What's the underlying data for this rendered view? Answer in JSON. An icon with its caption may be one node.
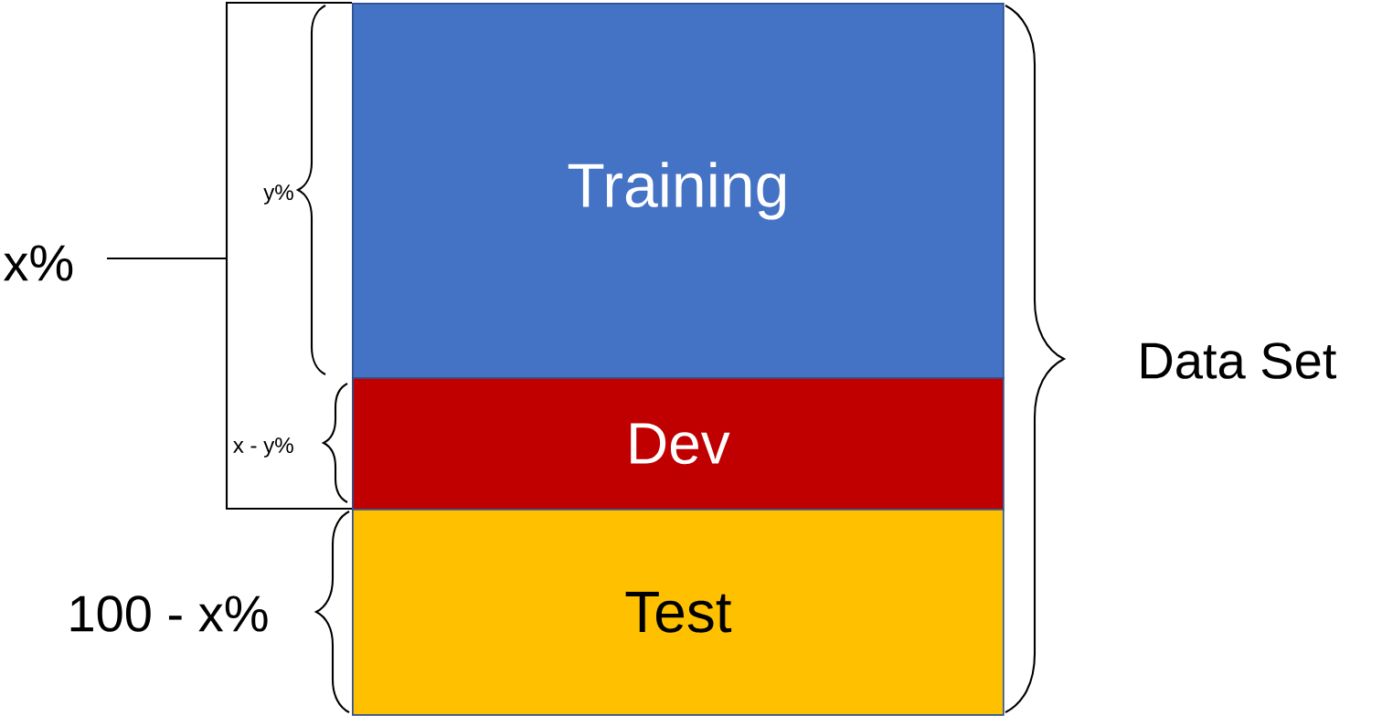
{
  "diagram": {
    "nodes": [
      {
        "text": [
          "Training"
        ]
      },
      {
        "text": [
          "Dev"
        ]
      },
      {
        "text": [
          "Test"
        ]
      }
    ],
    "labels": [
      "y%",
      "x%",
      "Data Set",
      "x - y%",
      "100 - x%"
    ]
  }
}
